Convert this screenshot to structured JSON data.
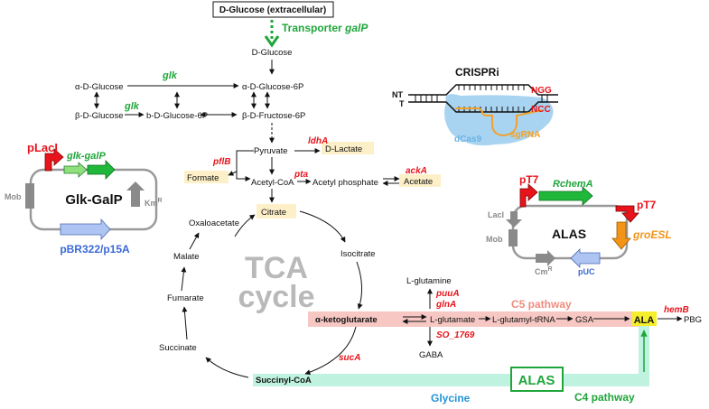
{
  "top": {
    "extracellular": "D-Glucose (extracellular)",
    "transporter": "Transporter ",
    "transporter_gene": "galP",
    "d_glucose": "D-Glucose"
  },
  "glycolysis": {
    "alpha_glucose": "α-D-Glucose",
    "alpha_glucose_6p": "α-D-Glucose-6P",
    "beta_glucose": "β-D-Glucose",
    "b_glucose_6p": "b-D-Glucose-6P",
    "beta_fructose_6p": "β-D-Fructose-6P",
    "glk_top": "glk",
    "glk_bottom": "glk",
    "pyruvate": "Pyruvate",
    "d_lactate": "D-Lactate",
    "ldhA": "ldhA",
    "pflB": "pflB",
    "formate": "Formate",
    "acetyl_coa": "Acetyl-CoA",
    "pta": "pta",
    "acetyl_phosphate": "Acetyl phosphate",
    "ackA": "ackA",
    "acetate": "Acetate"
  },
  "tca": {
    "label_line1": "TCA",
    "label_line2": "cycle",
    "citrate": "Citrate",
    "isocitrate": "Isocitrate",
    "oxaloacetate": "Oxaloacetate",
    "malate": "Malate",
    "fumarate": "Fumarate",
    "succinate": "Succinate",
    "succinyl_coa": "Succinyl-CoA",
    "alpha_kg": "α-ketoglutarate",
    "sucA": "sucA"
  },
  "c5": {
    "pathway_label": "C5 pathway",
    "l_glutamine": "L-glutamine",
    "puuA": "puuA",
    "glnA": "glnA",
    "l_glutamate": "L-glutamate",
    "so_1769": "SO_1769",
    "gaba": "GABA",
    "glutamyl_trna": "L-glutamyl-tRNA",
    "gsa": "GSA",
    "ala": "ALA",
    "hemB": "hemB",
    "pbg": "PBG"
  },
  "c4": {
    "pathway_label": "C4 pathway",
    "glycine": "Glycine",
    "alas_box": "ALAS"
  },
  "crispri": {
    "title": "CRISPRi",
    "nt": "NT",
    "t": "T",
    "ngg": "NGG",
    "ncc": "NCC",
    "dcas9": "dCas9",
    "sgrna": "sgRNA"
  },
  "plasmid_glk": {
    "promoter": "pLacI",
    "genes": "glk-galP",
    "name": "Glk-GalP",
    "mob": "Mob",
    "km": "Km",
    "km_sup": "R",
    "origin": "pBR322/p15A"
  },
  "plasmid_alas": {
    "promoter1": "pT7",
    "gene1": "RchemA",
    "promoter2": "pT7",
    "gene2": "groESL",
    "name": "ALAS",
    "lacI": "LacI",
    "mob": "Mob",
    "cm": "Cm",
    "cm_sup": "R",
    "origin": "pUC"
  },
  "colors": {
    "enzyme_red": "#e8141b",
    "gene_green": "#1fa53a",
    "c5_band": "#f6c7c3",
    "c4_band": "#bff2df",
    "highlight_box": "#fdf0c8",
    "ala_yellow": "#f5ee2a",
    "plasmid_blue": "#3a69d6",
    "glycine_blue": "#2194d8",
    "dcas9_blue": "#a9d4f1",
    "sgrna_orange": "#f0a22a",
    "tca_gray": "#b9b9b9"
  }
}
